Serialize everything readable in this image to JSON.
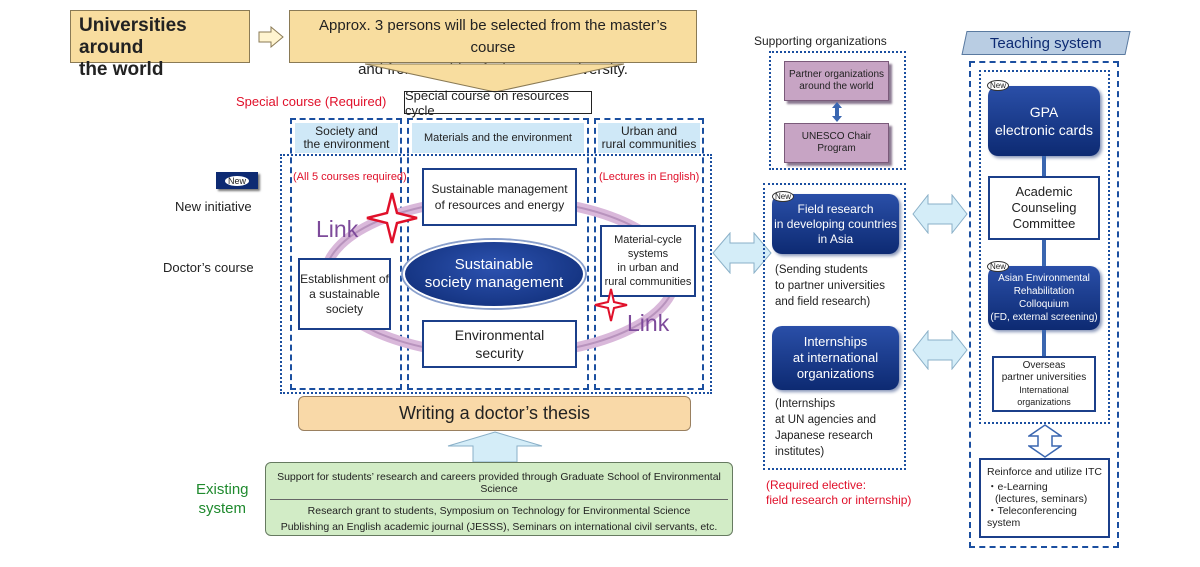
{
  "top": {
    "universities": "Universities around\nthe world",
    "selection": "Approx. 3 persons will be selected from the master’s course\nand from outside of Okayama University."
  },
  "special": {
    "label": "Special course (Required)",
    "course": "Special course on resources cycle"
  },
  "columns": {
    "society": "Society and\nthe environment",
    "materials": "Materials and the environment",
    "urban": "Urban and\nrural communities"
  },
  "notes": {
    "all5": "(All 5 courses required)",
    "english": "(Lectures in English)"
  },
  "left": {
    "new_badge": "New",
    "new_initiative": "New initiative",
    "doctor_course": "Doctor’s course"
  },
  "center": {
    "sustainable_mgmt": "Sustainable management\nof resources and energy",
    "establishment": "Establishment of\na sustainable\nsociety",
    "ellipse": "Sustainable\nsociety management",
    "material_cycle": "Material-cycle systems\nin urban and\nrural communities",
    "env_security": "Environmental\nsecurity",
    "link1": "Link",
    "link2": "Link"
  },
  "thesis": "Writing a doctor’s thesis",
  "existing": {
    "label": "Existing\nsystem",
    "line1": "Support for students’ research and careers provided through Graduate School of Environmental Science",
    "line2": "Research grant to students, Symposium on Technology for Environmental Science",
    "line3": "Publishing an English academic journal (JESSS), Seminars on international civil servants, etc."
  },
  "supporting": {
    "label": "Supporting organizations",
    "partner": "Partner organizations\naround the world",
    "unesco": "UNESCO Chair\nProgram"
  },
  "field": {
    "title": "Field research\nin developing countries\nin Asia",
    "desc": "(Sending students\nto partner universities\nand field research)",
    "intern_title": "Internships\nat international\norganizations",
    "intern_desc": "(Internships\nat UN agencies and\nJapanese research\ninstitutes)",
    "required": "(Required elective:\nfield research or internship)"
  },
  "teaching": {
    "header": "Teaching system",
    "gpa": "GPA\nelectronic cards",
    "academic": "Academic\nCounseling\nCommittee",
    "asian": "Asian Environmental\nRehabilitation Colloquium\n(FD, external screening)",
    "overseas_1": "Overseas",
    "overseas_2": "partner universities",
    "overseas_3": "International organizations",
    "itc_title": "Reinforce and utilize ITC",
    "itc_1": "・e-Learning",
    "itc_2": "(lectures, seminars)",
    "itc_3": "・Teleconferencing system"
  },
  "colors": {
    "navy": "#0d2a72",
    "dashed_blue": "#1b4fa0",
    "red": "#e0102a",
    "green": "#1f8a2e",
    "purple_text": "#7d4a9a"
  }
}
